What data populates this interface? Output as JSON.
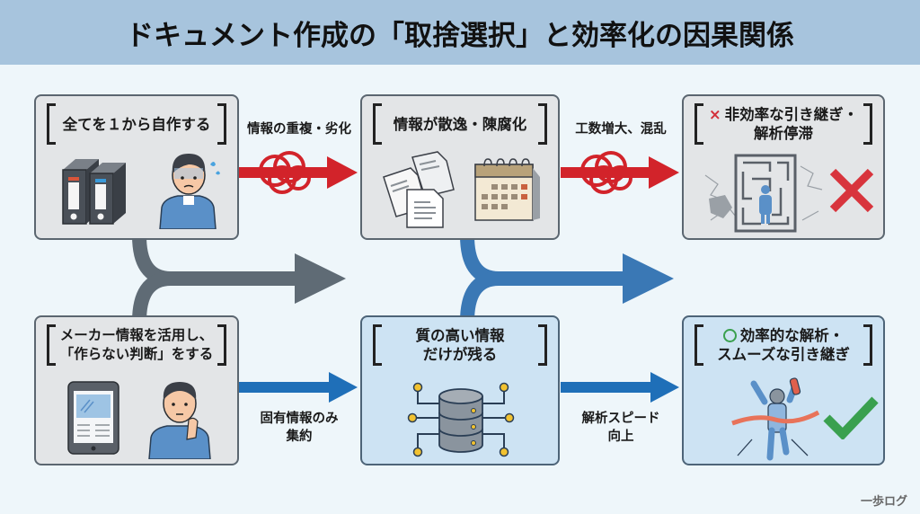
{
  "title": "ドキュメント作成の「取捨選択」と効率化の因果関係",
  "top_row": {
    "box1": {
      "title": "全てを１から自作する",
      "icons": [
        "binder-files-icon",
        "worried-worker-icon"
      ]
    },
    "arrow1": {
      "label": "情報の重複・劣化",
      "style": "tangled-red-arrow",
      "color": "#d2232a"
    },
    "box2": {
      "title": "情報が散逸・陳腐化",
      "icons": [
        "scattered-documents-icon",
        "calendar-icon"
      ]
    },
    "arrow2": {
      "label": "工数増大、混乱",
      "style": "tangled-red-arrow",
      "color": "#d2232a"
    },
    "box3": {
      "mark": "×",
      "title_line1": "非効率な引き継ぎ・",
      "title_line2": "解析停滞",
      "icons": [
        "maze-person-icon",
        "red-x-icon"
      ]
    }
  },
  "bottom_row": {
    "box4": {
      "title_line1": "メーカー情報を活用し、",
      "title_line2": "「作らない判断」をする",
      "icons": [
        "tablet-icon",
        "thinking-worker-icon"
      ]
    },
    "arrow3": {
      "label_line1": "固有情報のみ",
      "label_line2": "集約",
      "color": "#1f6fb8"
    },
    "box5": {
      "title_line1": "質の高い情報",
      "title_line2": "だけが残る",
      "icons": [
        "database-network-icon"
      ]
    },
    "arrow4": {
      "label_line1": "解析スピード",
      "label_line2": "向上",
      "color": "#1f6fb8"
    },
    "box6": {
      "mark": "○",
      "title_line1": "効率的な解析・",
      "title_line2": "スムーズな引き継ぎ",
      "icons": [
        "runner-finish-icon",
        "green-check-icon"
      ]
    }
  },
  "branch_arrows": [
    {
      "name": "gray-branch-arrow",
      "color": "#5f6b75"
    },
    {
      "name": "blue-branch-arrow",
      "color": "#3a78b5"
    }
  ],
  "watermark": "一歩ログ"
}
